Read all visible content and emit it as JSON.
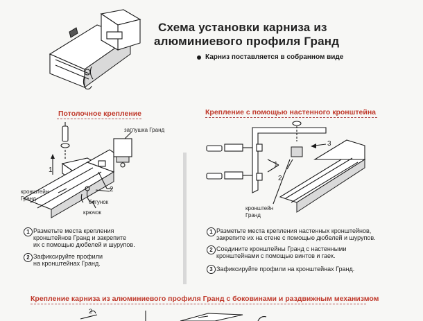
{
  "header": {
    "title_line1": "Схема  установки карниза из",
    "title_line2": "алюминиевого профиля Гранд",
    "subtitle": "Карниз поставляется в собранном виде"
  },
  "ceiling": {
    "title": "Потолочное крепление",
    "labels": {
      "plug": "заглушка Гранд",
      "bracket_line1": "кронштейн",
      "bracket_line2": "Гранд",
      "runner": "бегунок",
      "hook": "крючок",
      "num1": "1",
      "num2": "2"
    },
    "steps": [
      {
        "num": "1",
        "lines": [
          "Разметьте места  крепления",
          "кронштейнов Гранд и закрепите",
          "их  с помощью дюбелей и шурупов."
        ]
      },
      {
        "num": "2",
        "lines": [
          "Зафиксируйте профили",
          "на кронштейнах Гранд."
        ]
      }
    ]
  },
  "wall": {
    "title": "Крепление с помощью настенного кронштейна",
    "labels": {
      "bracket_line1": "кронштейн",
      "bracket_line2": "Гранд",
      "num1": "1",
      "num2": "2",
      "num3": "3"
    },
    "steps": [
      {
        "num": "1",
        "lines": [
          "Разметьте места крепления  настенных кронштейнов,",
          "закрепите их  на стене с помощью  дюбелей и шурупов."
        ]
      },
      {
        "num": "2",
        "lines": [
          "Соедините кронштейны  Гранд  с настенными",
          "кронштейнами с помощью  винтов и гаек."
        ]
      },
      {
        "num": "3",
        "lines": [
          "Зафиксируйте профили на кронштейнах  Гранд."
        ]
      }
    ]
  },
  "bottom": {
    "title": "Крепление карниза из алюминиевого профиля Гранд с боковинами и раздвижным механизмом",
    "num2": "2"
  }
}
